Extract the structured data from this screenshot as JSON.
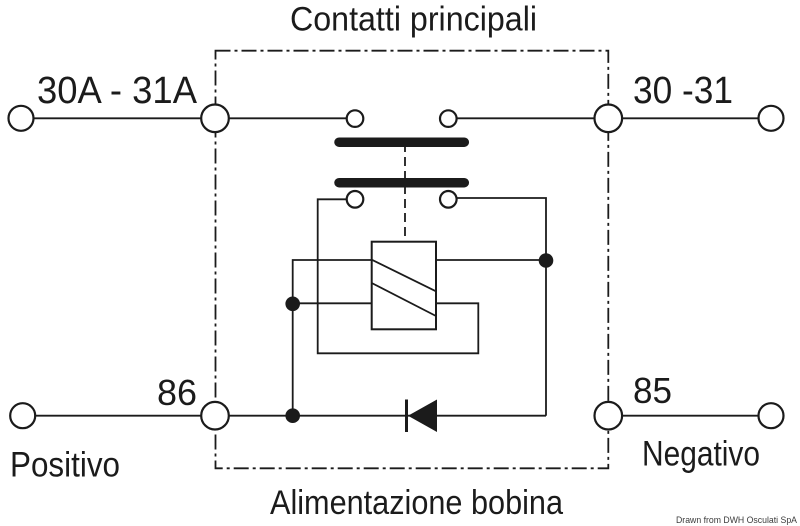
{
  "diagram": {
    "top_title": "Contatti principali",
    "bottom_title": "Alimentazione bobina",
    "labels": {
      "top_left_terminal": "30A - 31A",
      "top_right_terminal": "30 -31",
      "bottom_left_pin": "86",
      "bottom_right_pin": "85",
      "bottom_left_polarity": "Positivo",
      "bottom_right_polarity": "Negativo"
    },
    "credit": "Drawn from DWH Osculati SpA",
    "colors": {
      "line": "#1b1b1b",
      "background": "#ffffff",
      "credit_text": "#3c3c3c"
    }
  }
}
